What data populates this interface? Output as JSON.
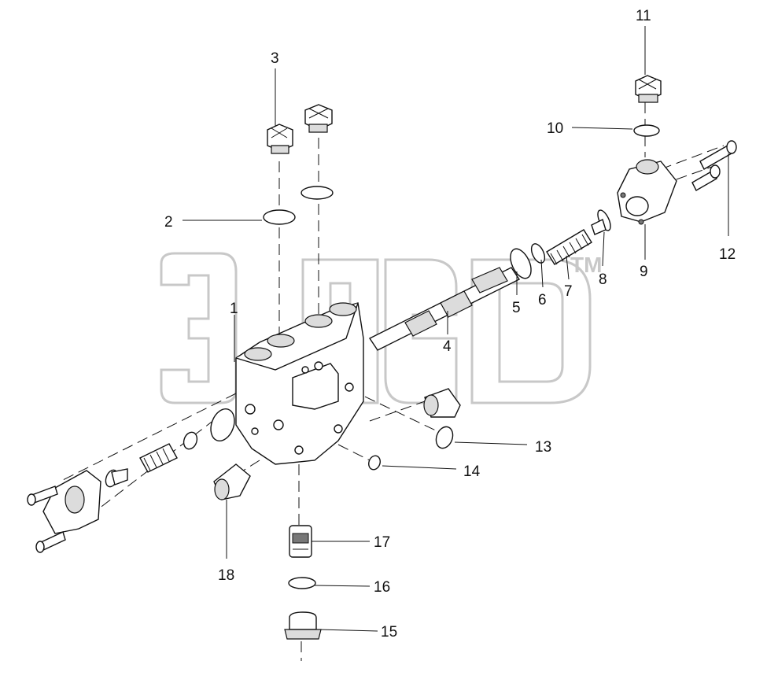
{
  "diagram": {
    "watermark": {
      "brand": "элеф",
      "mark": "TM"
    },
    "callouts": [
      {
        "id": "1",
        "label": "1"
      },
      {
        "id": "2",
        "label": "2"
      },
      {
        "id": "3",
        "label": "3"
      },
      {
        "id": "4",
        "label": "4"
      },
      {
        "id": "5",
        "label": "5"
      },
      {
        "id": "6",
        "label": "6"
      },
      {
        "id": "7",
        "label": "7"
      },
      {
        "id": "8",
        "label": "8"
      },
      {
        "id": "9",
        "label": "9"
      },
      {
        "id": "10",
        "label": "10"
      },
      {
        "id": "11",
        "label": "11"
      },
      {
        "id": "12",
        "label": "12"
      },
      {
        "id": "13",
        "label": "13"
      },
      {
        "id": "14",
        "label": "14"
      },
      {
        "id": "15",
        "label": "15"
      },
      {
        "id": "16",
        "label": "16"
      },
      {
        "id": "17",
        "label": "17"
      },
      {
        "id": "18",
        "label": "18"
      }
    ]
  }
}
